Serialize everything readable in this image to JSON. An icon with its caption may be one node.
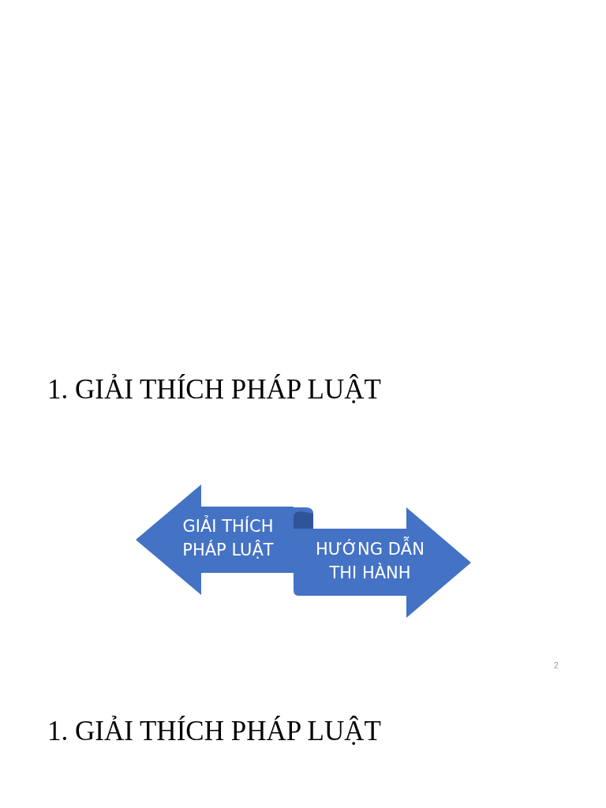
{
  "diagram": {
    "nodes": [
      {
        "text": [
          "GIẢI THÍCH PHÁP LUẬT"
        ]
      },
      {
        "text": [
          "HƯỚNG DẪN THI HÀNH"
        ]
      }
    ],
    "labels": [
      "1. GIẢI THÍCH PHÁP LUẬT",
      "2",
      "1. GIẢI THÍCH PHÁP LUẬT"
    ]
  }
}
